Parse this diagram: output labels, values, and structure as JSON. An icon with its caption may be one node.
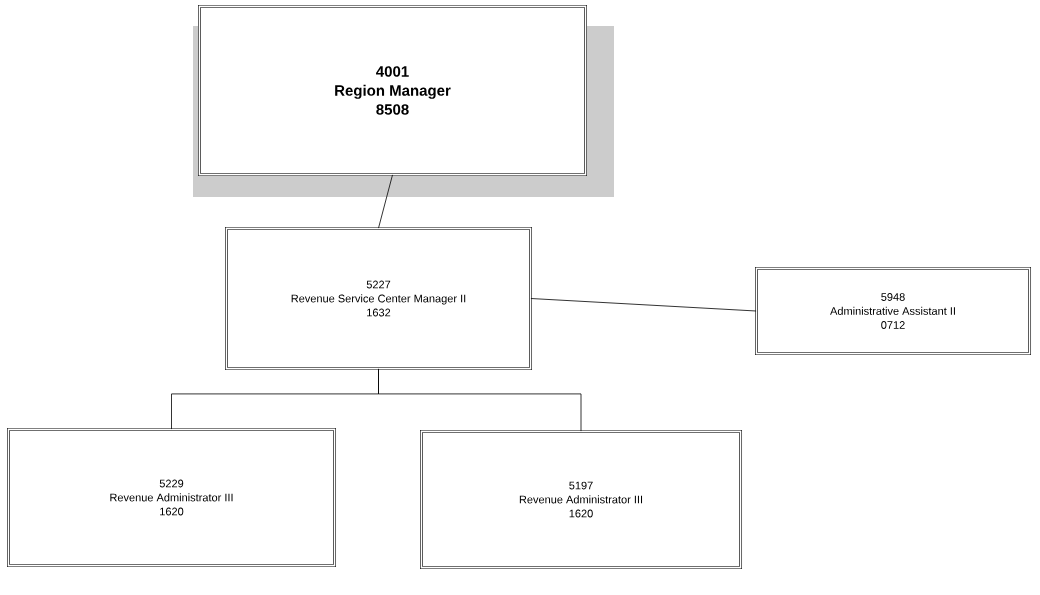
{
  "diagram": {
    "nodes": [
      {
        "text": [
          "4001",
          "Region Manager",
          "8508"
        ]
      },
      {
        "text": [
          "5227",
          "Revenue Service Center Manager II",
          "1632"
        ]
      },
      {
        "text": [
          "5948",
          "Administrative Assistant II",
          "0712"
        ]
      },
      {
        "text": [
          "5229",
          "Revenue Administrator III",
          "1620"
        ]
      },
      {
        "text": [
          "5197",
          "Revenue Administrator III",
          "1620"
        ]
      }
    ],
    "edges": [
      {
        "from": 0,
        "to": 1,
        "arrow": "none"
      },
      {
        "from": 1,
        "to": 2,
        "arrow": "none"
      },
      {
        "from": 1,
        "to": 3,
        "arrow": "none"
      },
      {
        "from": 1,
        "to": 4,
        "arrow": "none"
      }
    ]
  }
}
